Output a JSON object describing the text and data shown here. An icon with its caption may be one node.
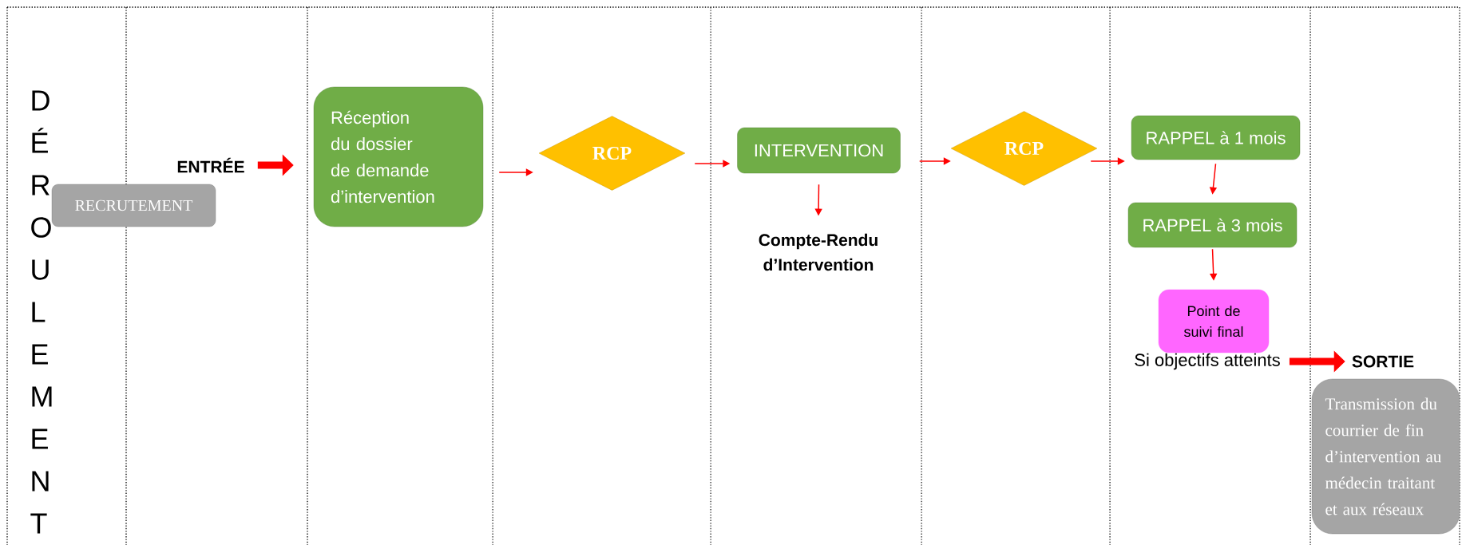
{
  "diagram": {
    "nodes": [
      {
        "text": [
          "RECRUTEMENT"
        ]
      },
      {
        "text": [
          "ENTRÉE"
        ]
      },
      {
        "text": [
          "Réception du dossier de demande d’intervention"
        ]
      },
      {
        "text": [
          "RCP"
        ]
      },
      {
        "text": [
          "INTERVENTION"
        ]
      },
      {
        "text": [
          "Compte-Rendu d’Intervention"
        ]
      },
      {
        "text": [
          "RCP"
        ]
      },
      {
        "text": [
          "RAPPEL à 1 mois"
        ]
      },
      {
        "text": [
          "RAPPEL à 3 mois"
        ]
      },
      {
        "text": [
          "Point de suivi final"
        ]
      },
      {
        "text": [
          "Si objectifs atteints"
        ]
      },
      {
        "text": [
          "SORTIE"
        ]
      },
      {
        "text": [
          "Transmission du courrier de fin d’intervention au médecin traitant et aux réseaux"
        ]
      }
    ],
    "edges": [
      {
        "from": 1,
        "to": 2,
        "arrow": "to",
        "style": "thick"
      },
      {
        "from": 2,
        "to": 3,
        "arrow": "to"
      },
      {
        "from": 3,
        "to": 4,
        "arrow": "to"
      },
      {
        "from": 4,
        "to": 5,
        "arrow": "to"
      },
      {
        "from": 4,
        "to": 6,
        "arrow": "to"
      },
      {
        "from": 6,
        "to": 7,
        "arrow": "to"
      },
      {
        "from": 7,
        "to": 8,
        "arrow": "to"
      },
      {
        "from": 8,
        "to": 9,
        "arrow": "to"
      },
      {
        "from": 10,
        "to": 11,
        "arrow": "to",
        "style": "thick"
      }
    ],
    "labels": [
      "DÉROULEMENT"
    ]
  }
}
